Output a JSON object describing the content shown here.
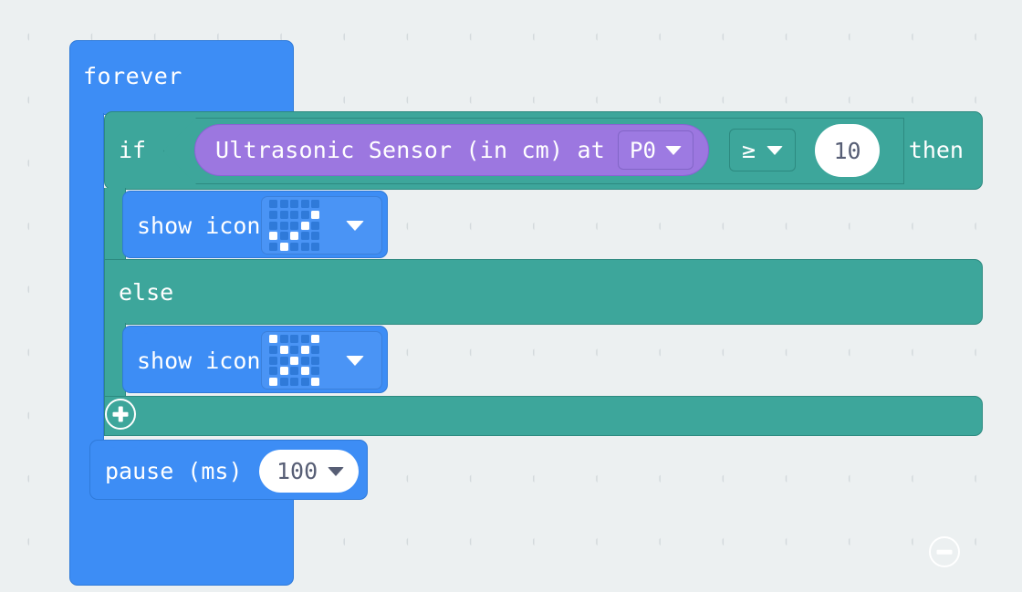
{
  "workspace": {
    "background_color": "#ecf0f1",
    "grid_marker": "plus-cross"
  },
  "colors": {
    "loop_blue": "#3d8df5",
    "logic_teal": "#3da69b",
    "sensor_purple": "#9c77e0",
    "field_white": "#ffffff",
    "field_text": "#575e75"
  },
  "blocks": {
    "forever": {
      "label": "forever"
    },
    "if_else": {
      "if_label": "if",
      "then_label": "then",
      "else_label": "else",
      "condition": {
        "sensor_text": "Ultrasonic Sensor (in cm) at",
        "pin_value": "P0",
        "operator": "≥",
        "compare_value": "10"
      },
      "remove_else_icon": "minus-circle-icon",
      "add_branch_icon": "plus-circle-icon"
    },
    "show_icon_true": {
      "label": "show icon",
      "icon_name": "check-mark-icon",
      "led_pattern": [
        [
          0,
          0,
          0,
          0,
          0
        ],
        [
          0,
          0,
          0,
          0,
          1
        ],
        [
          0,
          0,
          0,
          1,
          0
        ],
        [
          1,
          0,
          1,
          0,
          0
        ],
        [
          0,
          1,
          0,
          0,
          0
        ]
      ]
    },
    "show_icon_false": {
      "label": "show icon",
      "icon_name": "cross-x-icon",
      "led_pattern": [
        [
          1,
          0,
          0,
          0,
          1
        ],
        [
          0,
          1,
          0,
          1,
          0
        ],
        [
          0,
          0,
          1,
          0,
          0
        ],
        [
          0,
          1,
          0,
          1,
          0
        ],
        [
          1,
          0,
          0,
          0,
          1
        ]
      ]
    },
    "pause": {
      "label": "pause (ms)",
      "value": "100"
    }
  }
}
